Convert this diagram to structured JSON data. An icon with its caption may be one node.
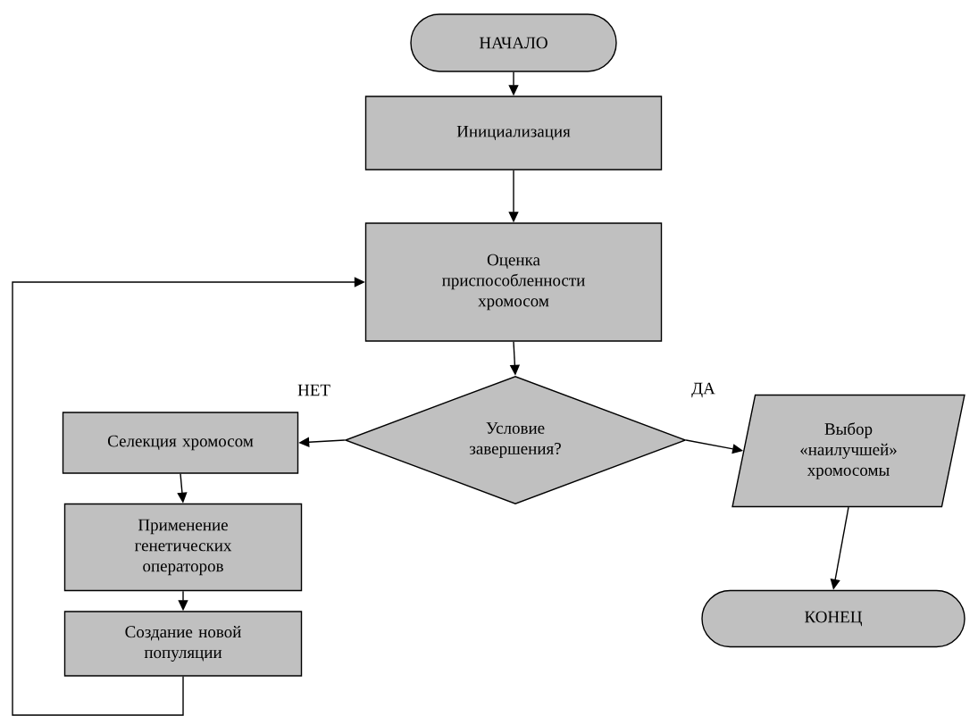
{
  "diagram": {
    "nodes": [
      {
        "text": [
          "НАЧАЛО"
        ]
      },
      {
        "text": [
          "Инициализация"
        ]
      },
      {
        "text": [
          "Оценка приспособленности хромосом"
        ]
      },
      {
        "text": [
          "Условие завершения?"
        ]
      },
      {
        "text": [
          "Выбор «наилучшей» хромосомы"
        ]
      },
      {
        "text": [
          "КОНЕЦ"
        ]
      },
      {
        "text": [
          "Селекция хромосом"
        ]
      },
      {
        "text": [
          "Применение генетических операторов"
        ]
      },
      {
        "text": [
          "Создание новой популяции"
        ]
      }
    ],
    "edges": [
      {
        "from": 0,
        "to": 1,
        "arrow": "to"
      },
      {
        "from": 1,
        "to": 2,
        "arrow": "to"
      },
      {
        "from": 2,
        "to": 3,
        "arrow": "to"
      },
      {
        "from": 3,
        "to": 6,
        "arrow": "to",
        "label": "НЕТ"
      },
      {
        "from": 3,
        "to": 4,
        "arrow": "to",
        "label": "ДА"
      },
      {
        "from": 4,
        "to": 5,
        "arrow": "to"
      },
      {
        "from": 6,
        "to": 7,
        "arrow": "to"
      },
      {
        "from": 7,
        "to": 8,
        "arrow": "to"
      },
      {
        "from": 8,
        "to": 2,
        "arrow": "to"
      }
    ]
  }
}
